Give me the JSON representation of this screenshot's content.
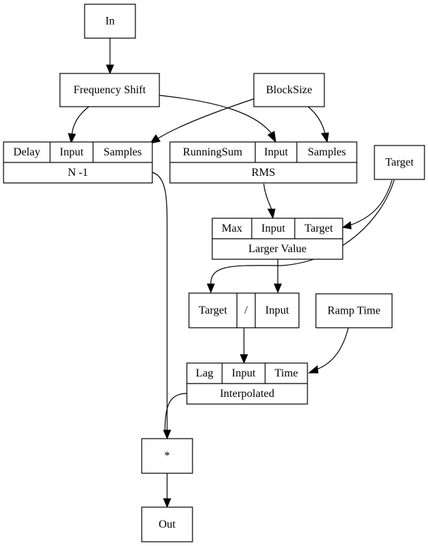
{
  "nodes": {
    "in": "In",
    "frequency_shift": "Frequency Shift",
    "block_size": "BlockSize",
    "delay": {
      "cells": [
        "Delay",
        "Input",
        "Samples"
      ],
      "name": "N -1"
    },
    "rms": {
      "cells": [
        "RunningSum",
        "Input",
        "Samples"
      ],
      "name": "RMS"
    },
    "target_source": "Target",
    "larger_value": {
      "cells": [
        "Max",
        "Input",
        "Target"
      ],
      "name": "Larger Value"
    },
    "divide": {
      "cells": [
        "Target",
        "/",
        "Input"
      ]
    },
    "ramp_time": "Ramp Time",
    "interpolated": {
      "cells": [
        "Lag",
        "Input",
        "Time"
      ],
      "name": "Interpolated"
    },
    "multiply": "*",
    "out": "Out"
  },
  "edges": [
    {
      "from": "In",
      "to": "Frequency Shift"
    },
    {
      "from": "Frequency Shift",
      "to": "N -1.Input"
    },
    {
      "from": "Frequency Shift",
      "to": "RMS.Input"
    },
    {
      "from": "BlockSize",
      "to": "N -1.Samples"
    },
    {
      "from": "BlockSize",
      "to": "RMS.Samples"
    },
    {
      "from": "RMS",
      "to": "Larger Value.Input"
    },
    {
      "from": "Target",
      "to": "Larger Value.Target"
    },
    {
      "from": "Target",
      "to": "/.Target"
    },
    {
      "from": "Larger Value",
      "to": "/.Input"
    },
    {
      "from": "/",
      "to": "Interpolated.Input"
    },
    {
      "from": "Ramp Time",
      "to": "Interpolated.Time"
    },
    {
      "from": "N -1",
      "to": "*"
    },
    {
      "from": "Interpolated",
      "to": "*"
    },
    {
      "from": "*",
      "to": "Out"
    }
  ]
}
